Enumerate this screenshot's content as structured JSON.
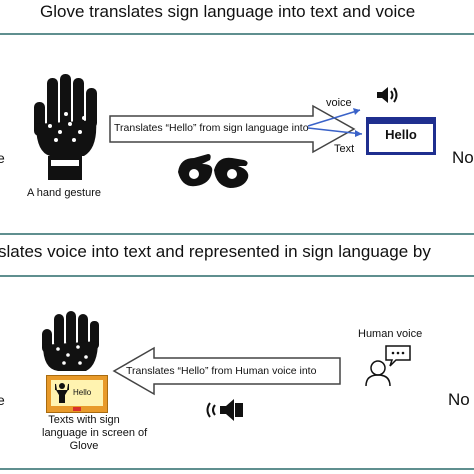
{
  "top": {
    "title": "Glove translates sign language into text and voice",
    "gesture_caption": "A hand gesture",
    "arrow_label": "Translates “Hello” from sign language into",
    "voice_label": "voice",
    "text_label": "Text",
    "screen_text": "Hello",
    "right_cut_label": "No",
    "left_cut_label": "e"
  },
  "bottom": {
    "title": "slates voice into text and represented in sign language by",
    "arrow_label": "Translates “Hello” from Human voice into",
    "human_voice_label": "Human voice",
    "glove_screen_text": "Hello",
    "caption_line1": "Texts with sign",
    "caption_line2": "language in screen of",
    "caption_line3": "Glove",
    "right_cut_label": "No",
    "left_cut_label": "e"
  },
  "colors": {
    "divider": "#5f8f8f",
    "accent_blue": "#1f2f8f",
    "screen_orange": "#e89a2a",
    "screen_yellow": "#fff3b0",
    "screen_red": "#d9302a"
  },
  "icons": [
    "glove-icon",
    "sign-hands-icon",
    "speaker-icon",
    "hello-screen-icon",
    "human-voice-icon",
    "sound-waves-speaker-icon"
  ]
}
